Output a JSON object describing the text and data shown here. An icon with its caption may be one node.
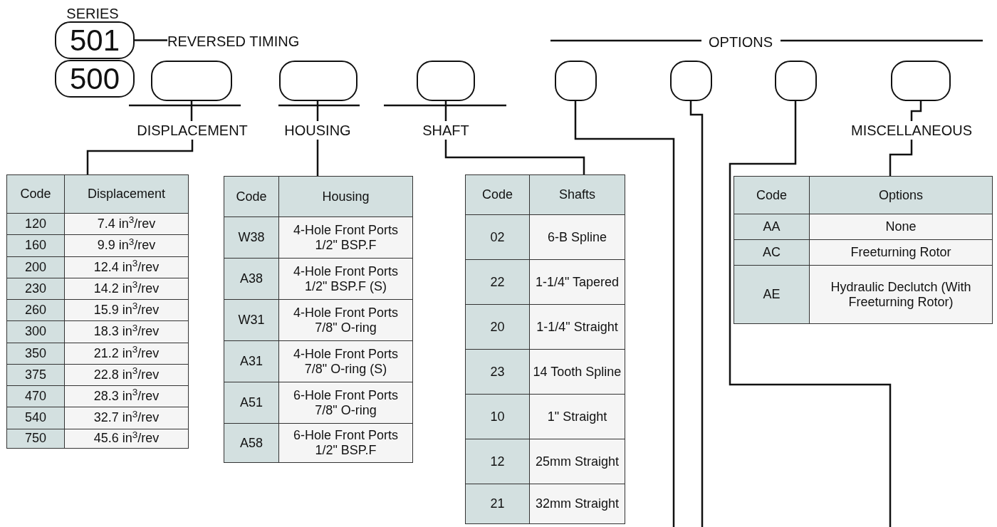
{
  "diagram": {
    "nodes": [
      {
        "text": [
          "501"
        ]
      },
      {
        "text": [
          "500"
        ]
      },
      {
        "text": [
          "REVERSED TIMING"
        ]
      },
      {
        "text": [],
        "shape": "box"
      },
      {
        "text": [],
        "shape": "box"
      },
      {
        "text": [],
        "shape": "box"
      },
      {
        "text": [],
        "shape": "box"
      },
      {
        "text": [],
        "shape": "box"
      },
      {
        "text": [],
        "shape": "box"
      },
      {
        "text": [],
        "shape": "box"
      },
      {
        "text": [
          "DISPLACEMENT"
        ]
      },
      {
        "text": [
          "HOUSING"
        ]
      },
      {
        "text": [
          "SHAFT"
        ]
      },
      {
        "text": [
          "MISCELLANEOUS"
        ]
      },
      {
        "text": [
          "Code",
          "Displacement",
          "120",
          "7.4 in$^{3}$/rev",
          "160",
          "9.9 in$^{3}$/rev",
          "200",
          "12.4 in$^{3}$/rev",
          "230",
          "14.2 in$^{3}$/rev",
          "260",
          "15.9 in$^{3}$/rev",
          "300",
          "18.3 in$^{3}$/rev",
          "350",
          "21.2 in$^{3}$/rev",
          "375",
          "22.8 in$^{3}$/rev",
          "470",
          "28.3 in$^{3}$/rev",
          "540",
          "32.7 in$^{3}$/rev",
          "750",
          "45.6 in$^{3}$/rev"
        ]
      },
      {
        "text": [
          "Code",
          "Housing",
          "W38",
          "4-Hole Front Ports 1/2\" BSP.F",
          "A38",
          "4-Hole Front Ports 1/2\" BSP.F (S)",
          "W31",
          "4-Hole Front Ports 7/8\" O-ring",
          "A31",
          "4-Hole Front Ports 7/8\" O-ring (S)",
          "A51",
          "6-Hole Front Ports 7/8\" O-ring",
          "A58",
          "6-Hole Front Ports 1/2\" BSP.F"
        ]
      },
      {
        "text": [
          "Code",
          "Shafts",
          "02",
          "6-B Spline",
          "22",
          "1-1/4\" Tapered",
          "20",
          "1-1/4\" Straight",
          "23",
          "14 Tooth Spline",
          "10",
          "1\" Straight",
          "12",
          "25mm Straight",
          "21",
          "32mm Straight"
        ]
      },
      {
        "text": [
          "Code",
          "Options",
          "AA",
          "None",
          "AC",
          "Freeturning Rotor",
          "AE",
          "Hydraulic Declutch (With Freeturning Rotor)"
        ]
      }
    ],
    "edges": [
      {
        "from": 0,
        "to": 2,
        "arrow": "none"
      },
      {
        "from": 3,
        "to": 10,
        "arrow": "none"
      },
      {
        "from": 10,
        "to": 14,
        "arrow": "none"
      },
      {
        "from": 4,
        "to": 11,
        "arrow": "none"
      },
      {
        "from": 11,
        "to": 15,
        "arrow": "none"
      },
      {
        "from": 5,
        "to": 12,
        "arrow": "none"
      },
      {
        "from": 12,
        "to": 16,
        "arrow": "none"
      },
      {
        "from": 9,
        "to": 13,
        "arrow": "none"
      },
      {
        "from": 13,
        "to": 17,
        "arrow": "none"
      },
      {
        "from": 6,
        "to": null,
        "arrow": "none"
      },
      {
        "from": 7,
        "to": null,
        "arrow": "none"
      },
      {
        "from": 8,
        "to": null,
        "arrow": "none"
      }
    ],
    "labels": [
      "SERIES",
      "OPTIONS"
    ]
  }
}
